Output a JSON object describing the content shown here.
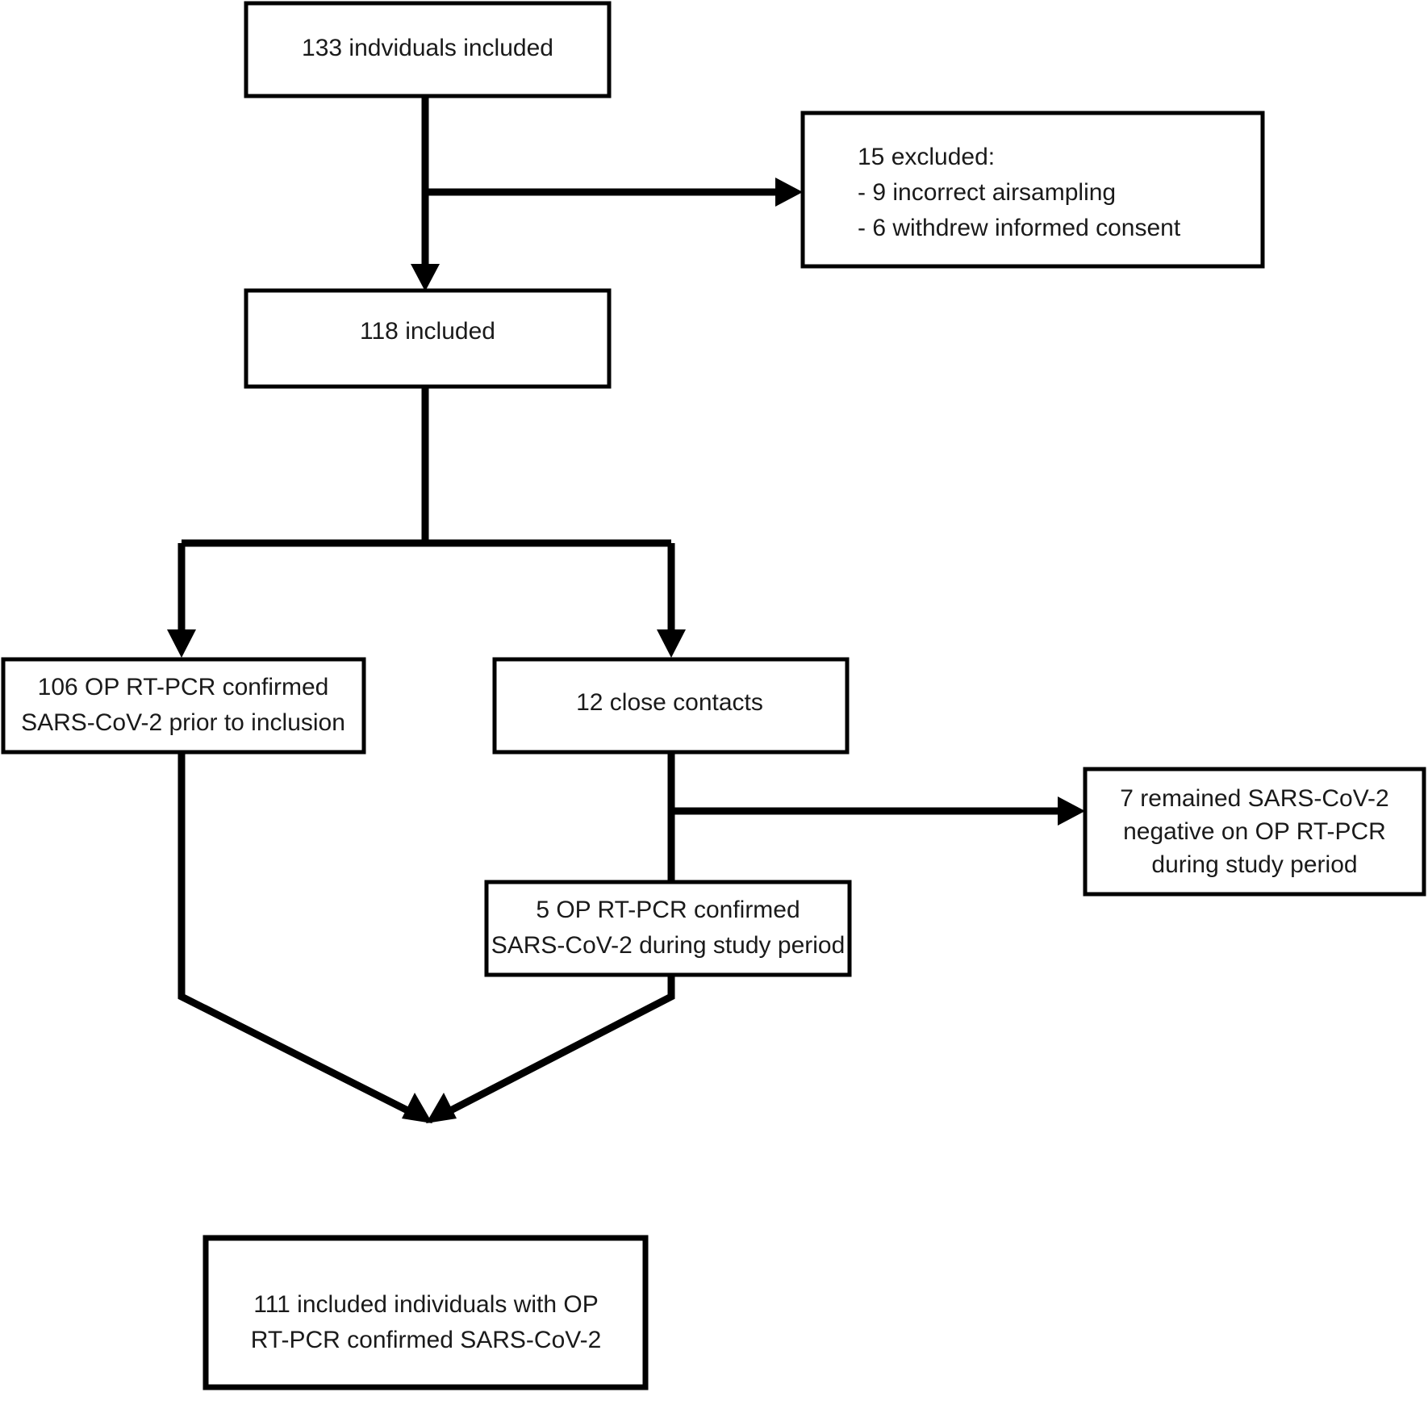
{
  "figure": {
    "type": "flow-diagram",
    "title": "Study participant inclusion flowchart",
    "background_color": "#ffffff",
    "line_color": "#000000",
    "text_color": "#1a1a1a"
  },
  "nodes": {
    "included_total": {
      "name": "133 individuals included",
      "lines": [
        "133 indviduals included"
      ]
    },
    "excluded": {
      "name": "15 excluded",
      "lines": [
        "15 excluded:",
        "-    9 incorrect airsampling",
        "-    6 withdrew informed consent"
      ]
    },
    "included_118": {
      "name": "118 included",
      "lines": [
        "118 included"
      ]
    },
    "prior_confirmed": {
      "name": "106 OP RT-PCR confirmed prior to inclusion",
      "lines": [
        "106 OP RT-PCR confirmed",
        "SARS-CoV-2  prior to inclusion"
      ]
    },
    "close_contacts": {
      "name": "12 close contacts",
      "lines": [
        "12 close contacts"
      ]
    },
    "remained_negative": {
      "name": "7 remained SARS-CoV-2 negative",
      "lines": [
        "7 remained SARS-CoV-2",
        "negative on OP RT-PCR",
        "during study period"
      ]
    },
    "confirmed_during": {
      "name": "5 OP RT-PCR confirmed during study period",
      "lines": [
        "5 OP RT-PCR confirmed",
        "SARS-CoV-2  during study period"
      ]
    },
    "final_included": {
      "name": "111 included individuals",
      "lines": [
        "111 included individuals with OP",
        "RT-PCR confirmed SARS-CoV-2"
      ]
    }
  },
  "counts": {
    "enrolled": 133,
    "excluded": 15,
    "excluded_incorrect_airsampling": 9,
    "excluded_withdrew_consent": 6,
    "included": 118,
    "confirmed_prior": 106,
    "close_contacts": 12,
    "contacts_confirmed_during_study": 5,
    "contacts_remained_negative": 7,
    "final_analysis": 111
  }
}
